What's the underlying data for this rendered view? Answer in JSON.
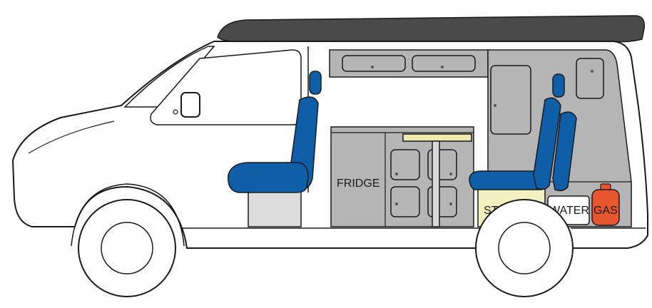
{
  "labels": {
    "fridge": "FRIDGE",
    "storage": "STORAGE",
    "water": "WATER",
    "gas": "GAS"
  },
  "colors": {
    "outline": "#1a1a1a",
    "cabinet": "#b5b5b5",
    "seat": "#0f5fa8",
    "storage": "#f3f1bf",
    "table_top": "#f1eab0",
    "gas": "#e8552e",
    "roof": "#4a4a4a",
    "base": "#dcdcdc"
  }
}
